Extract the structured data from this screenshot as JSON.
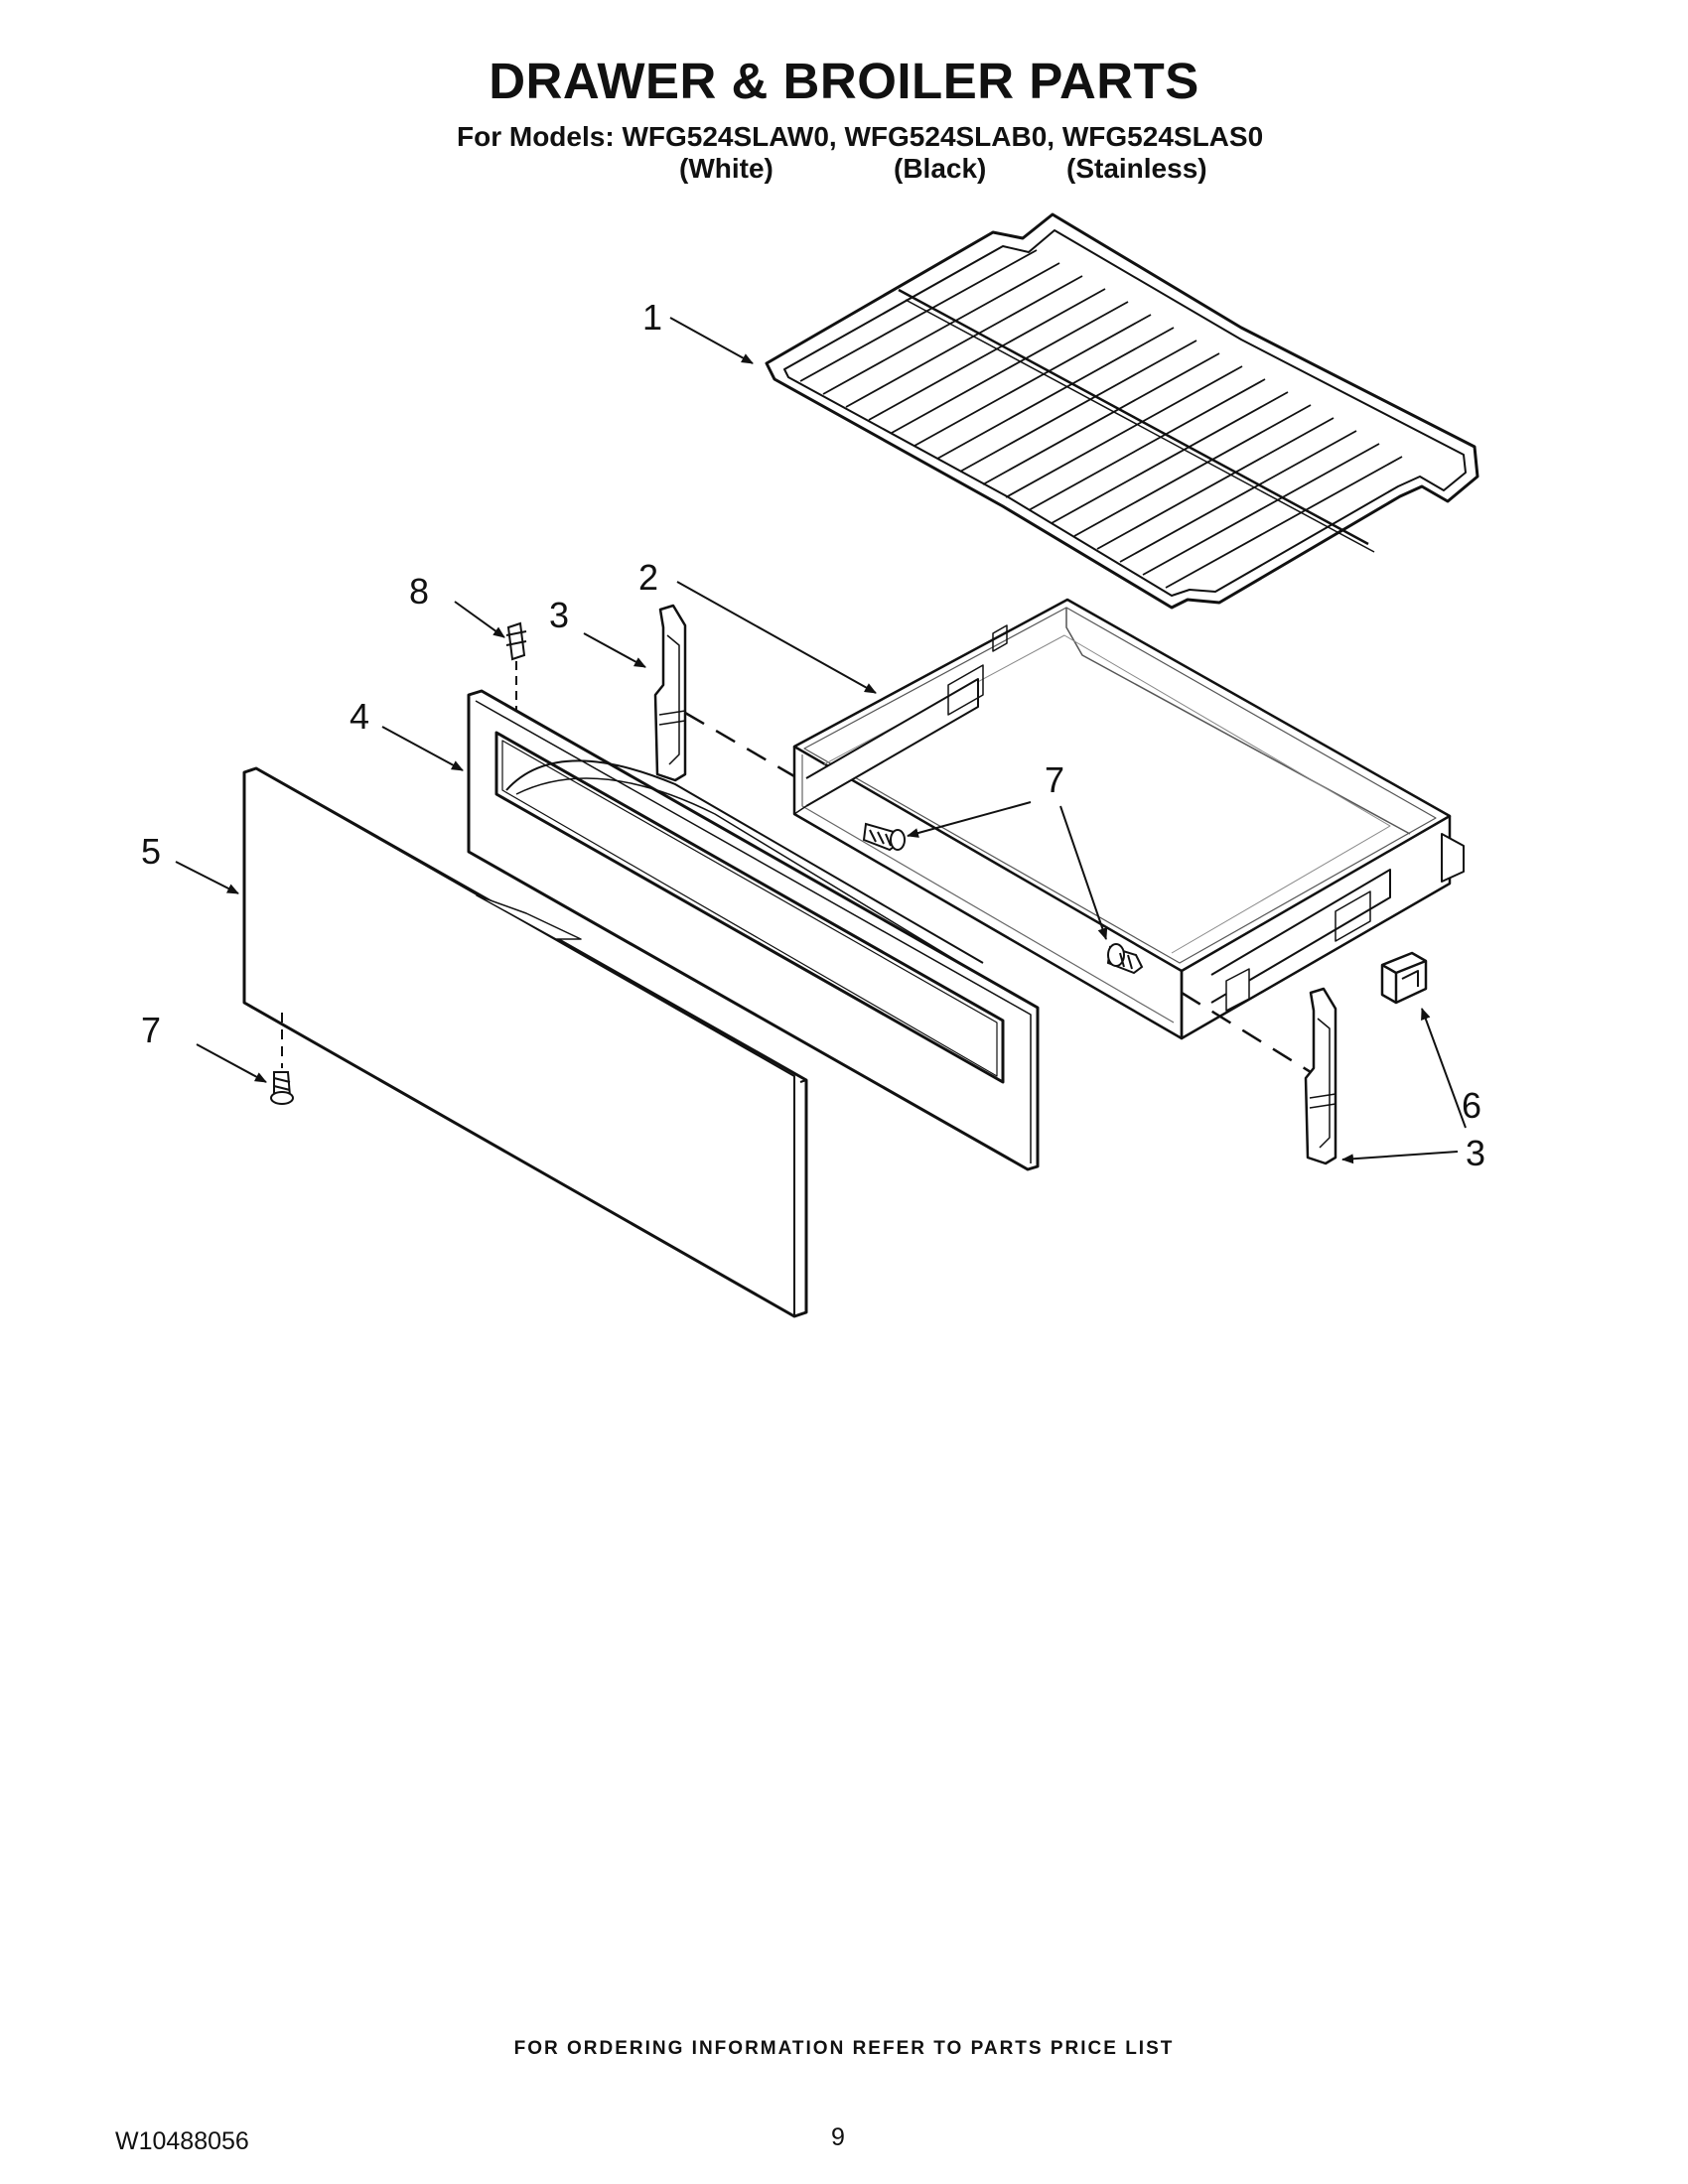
{
  "header": {
    "title": "DRAWER & BROILER PARTS",
    "models_line": "For Models: WFG524SLAW0, WFG524SLAB0, WFG524SLAS0",
    "variants": [
      "(White)",
      "(Black)",
      "(Stainless)"
    ]
  },
  "callouts": [
    "1",
    "2",
    "3",
    "3",
    "4",
    "5",
    "6",
    "7",
    "7",
    "8"
  ],
  "footer": {
    "ordering_note": "FOR ORDERING INFORMATION REFER TO PARTS PRICE LIST",
    "doc_number": "W10488056",
    "page_number": "9"
  }
}
